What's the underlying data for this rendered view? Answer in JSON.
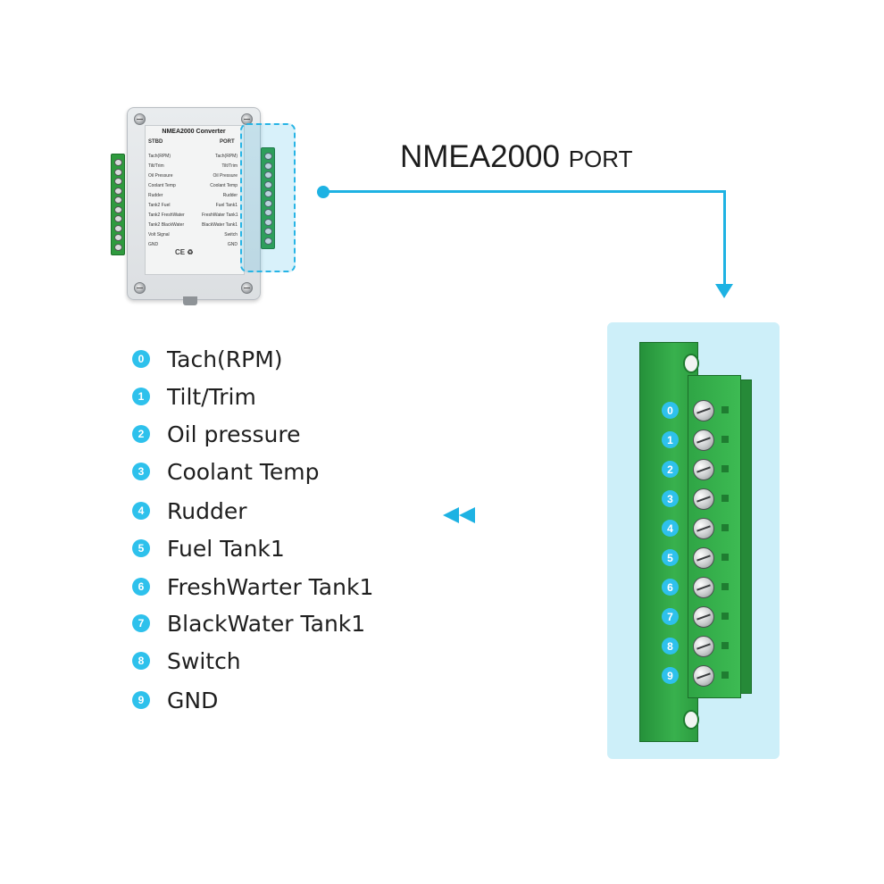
{
  "port_title": {
    "main": "NMEA2000",
    "suffix": "PORT"
  },
  "device": {
    "title": "NMEA2000 Converter",
    "left_header": "STBD",
    "right_header": "PORT",
    "left_labels": [
      "Tach(RPM)",
      "Tilt/Trim",
      "Oil Pressure",
      "Coolant Temp",
      "Rudder",
      "Tank2 Fuel",
      "Tank2 FreshWater",
      "Tank2 BlackWater",
      "Volt Signal",
      "GND"
    ],
    "right_labels": [
      "Tach(RPM)",
      "Tilt/Trim",
      "Oil Pressure",
      "Coolant Temp",
      "Rudder",
      "Fuel Tank1",
      "FreshWater Tank1",
      "BlackWater Tank1",
      "Switch",
      "GND"
    ],
    "marks": "CE ♻"
  },
  "pins": [
    {
      "num": "0",
      "label": "Tach(RPM)"
    },
    {
      "num": "1",
      "label": "Tilt/Trim"
    },
    {
      "num": "2",
      "label": "Oil pressure"
    },
    {
      "num": "3",
      "label": "Coolant Temp"
    },
    {
      "num": "4",
      "label": "Rudder"
    },
    {
      "num": "5",
      "label": "Fuel Tank1"
    },
    {
      "num": "6",
      "label": "FreshWarter Tank1"
    },
    {
      "num": "7",
      "label": "BlackWater Tank1"
    },
    {
      "num": "8",
      "label": "Switch"
    },
    {
      "num": "9",
      "label": "GND"
    }
  ],
  "colors": {
    "accent": "#1eb2e3",
    "badge": "#2ec1ec",
    "terminal_green": "#38b14d",
    "panel_bg": "#cdeff9"
  },
  "icons": {
    "pointer": "double-left-arrow-icon"
  }
}
